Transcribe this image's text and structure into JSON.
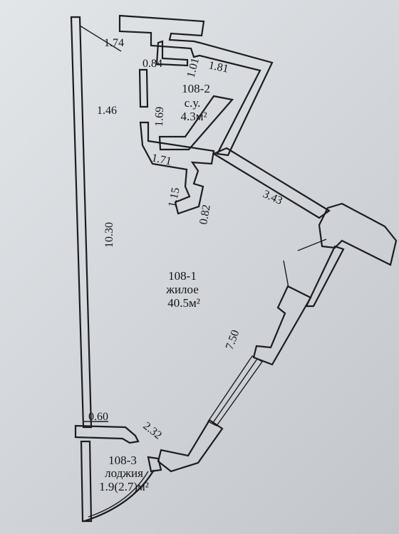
{
  "rooms": {
    "r1_number": "108-1",
    "r1_name": "жилое",
    "r1_area": "40.5м²",
    "r2_number": "108-2",
    "r2_name": "с.у.",
    "r2_area": "4.3м²",
    "r3_number": "108-3",
    "r3_name": "лоджия",
    "r3_area": "1.9(2.7)м²"
  },
  "dimensions": {
    "d_174": "1.74",
    "d_084": "0.84",
    "d_101": "1.01",
    "d_181": "1.81",
    "d_146": "1.46",
    "d_169": "1.69",
    "d_171": "1.71",
    "d_115": "1.15",
    "d_082": "0.82",
    "d_343": "3.43",
    "d_1030": "10.30",
    "d_750": "7.50",
    "d_060": "0.60",
    "d_232": "2.32"
  },
  "colors": {
    "ink": "#1d1d1f",
    "paper": "#dcdfe2"
  }
}
